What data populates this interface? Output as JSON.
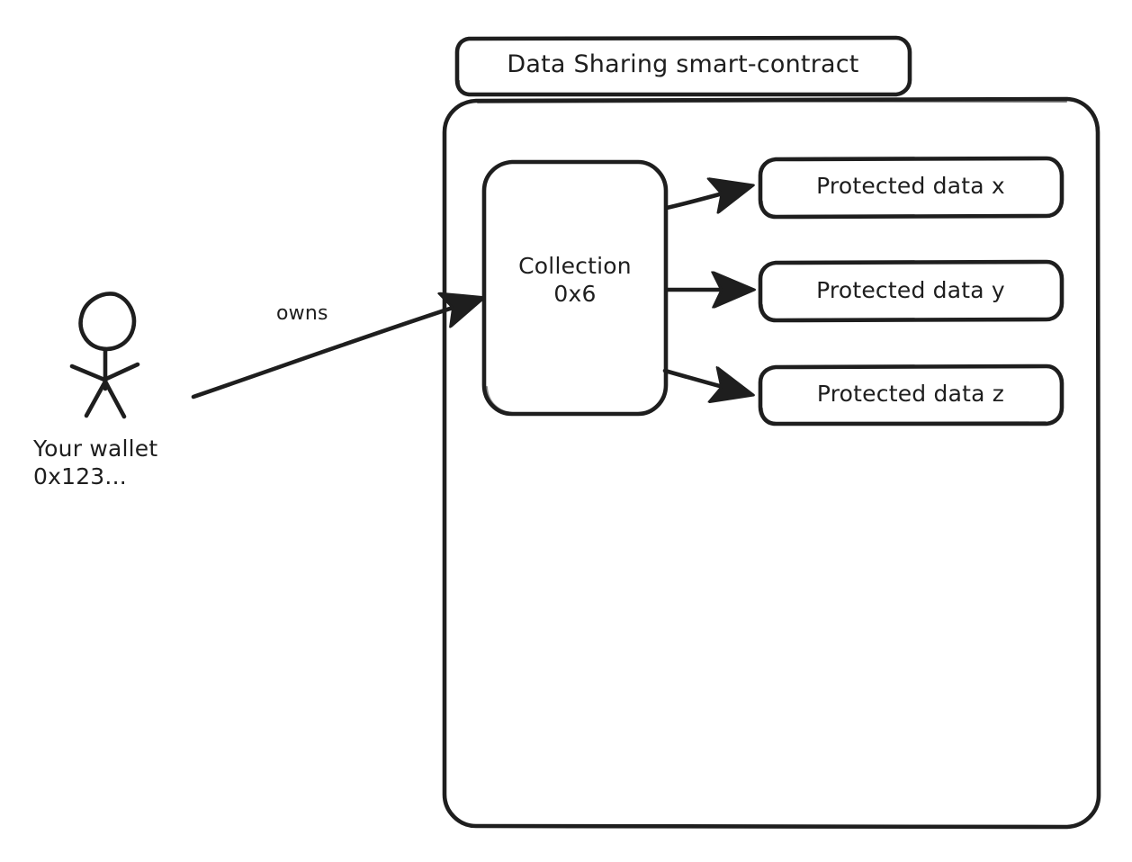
{
  "diagram": {
    "type": "architecture-diagram",
    "background_color": "#ffffff",
    "stroke_color": "#1e1e1e",
    "style": "hand-drawn",
    "container": {
      "title": "Data Sharing smart-contract",
      "title_box_name": "smart-contract-title-box",
      "body_box_name": "smart-contract-body-box"
    },
    "actor": {
      "icon": "stick-figure-icon",
      "label_line1": "Your wallet",
      "label_line2": "0x123...",
      "label": "Your wallet\n0x123..."
    },
    "collection": {
      "line1": "Collection",
      "line2": "0x6",
      "label": "Collection\n0x6"
    },
    "protected_data": [
      {
        "id": "x",
        "label": "Protected data x"
      },
      {
        "id": "y",
        "label": "Protected data y"
      },
      {
        "id": "z",
        "label": "Protected data z"
      }
    ],
    "edges": [
      {
        "from": "wallet",
        "to": "collection",
        "label": "owns",
        "arrowhead": "triangle"
      },
      {
        "from": "collection",
        "to": "protected-data-x",
        "label": "",
        "arrowhead": "triangle"
      },
      {
        "from": "collection",
        "to": "protected-data-y",
        "label": "",
        "arrowhead": "triangle"
      },
      {
        "from": "collection",
        "to": "protected-data-z",
        "label": "",
        "arrowhead": "triangle"
      }
    ]
  }
}
